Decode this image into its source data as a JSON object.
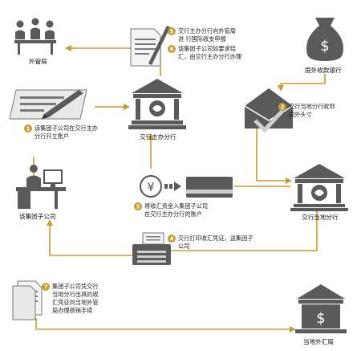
{
  "nodes": {
    "forex_bureau": "外管局",
    "main_branch": "交行主办分行",
    "foreign_bank": "国外收款银行",
    "group_company": "该集团子公司",
    "local_branch": "交行当地分行",
    "local_forex": "当地外汇局"
  },
  "steps": [
    {
      "num": "1",
      "lines": [
        "该集团子公司在交行主办",
        "分行开立账户"
      ]
    },
    {
      "num": "2",
      "lines": [
        "交行当地分行收到",
        "国外头寸"
      ]
    },
    {
      "num": "3",
      "lines": [
        "将收汇资金入集团子公司",
        "在交行主办分行的账户"
      ]
    },
    {
      "num": "4",
      "lines": [
        "交行打印收汇凭证，送集团子",
        "公司"
      ]
    },
    {
      "num": "5",
      "lines": [
        "交行主办分行向外管局",
        "进 行国际收支申报"
      ]
    },
    {
      "num": "6",
      "lines": [
        "该集团子公司如要求结",
        "汇，由交行主办分行办理"
      ]
    },
    {
      "num": "7",
      "lines": [
        "集团子公司凭交行",
        "当地分行出具的收",
        "汇凭证向当地外管",
        "局办理核销手续"
      ]
    }
  ],
  "colors": {
    "accent": "#c99a2e",
    "icon": "#5a5a5a"
  },
  "icons": {
    "currency": "¥",
    "dollar": "$"
  }
}
